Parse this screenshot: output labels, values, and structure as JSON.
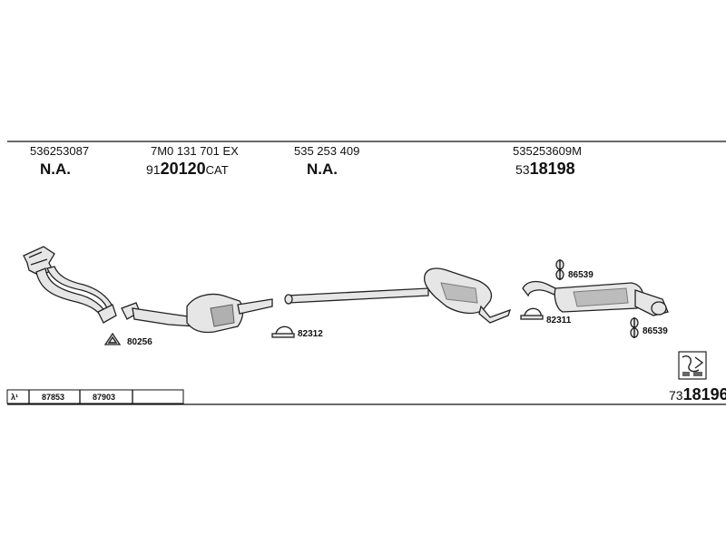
{
  "header": {
    "columns": [
      {
        "oem": "536253087",
        "code_prefix": "",
        "code_main": "N.A.",
        "code_suffix": ""
      },
      {
        "oem": "7M0 131 701 EX",
        "code_prefix": "91",
        "code_main": "20120",
        "code_suffix": "CAT"
      },
      {
        "oem": "535 253 409",
        "code_prefix": "",
        "code_main": "N.A.",
        "code_suffix": ""
      },
      {
        "oem": "535253609M",
        "code_prefix": "53",
        "code_main": "18198",
        "code_suffix": ""
      }
    ]
  },
  "fittings": {
    "gasket_front": "80256",
    "clamp_mid": "82312",
    "clamp_rear": "82311",
    "hanger_top": "86539",
    "hanger_bottom": "86539"
  },
  "lambda_box": {
    "symbol": "λ¹",
    "cells": [
      "87853",
      "87903",
      ""
    ]
  },
  "kit": {
    "prefix": "73",
    "number": "18196"
  },
  "icons": {
    "kit_icon": "parts-kit-icon",
    "lambda_icon": "lambda-icon"
  }
}
